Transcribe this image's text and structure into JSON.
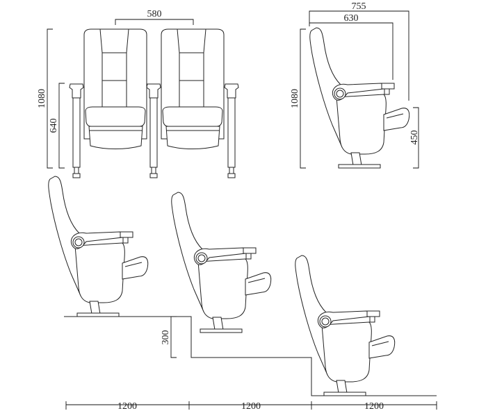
{
  "drawing": {
    "front_view": {
      "seat_spacing": "580",
      "overall_height": "1080",
      "armrest_height": "640"
    },
    "side_view": {
      "overall_depth": "755",
      "armrest_depth": "630",
      "overall_height": "1080",
      "seat_height": "450"
    },
    "tiered_layout": {
      "step_height": "300",
      "row_spacings": [
        "1200",
        "1200",
        "1200"
      ]
    }
  },
  "colors": {
    "line": "#222222",
    "background": "#ffffff"
  }
}
